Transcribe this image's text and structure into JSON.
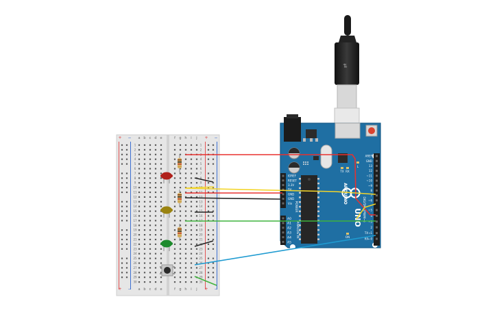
{
  "breadboard": {
    "columns_left": [
      "a",
      "b",
      "c",
      "d",
      "e"
    ],
    "columns_right": [
      "f",
      "g",
      "h",
      "i",
      "j"
    ],
    "rows": [
      1,
      2,
      3,
      4,
      5,
      6,
      7,
      8,
      9,
      10,
      11,
      12,
      13,
      14,
      15,
      16,
      17,
      18,
      19,
      20,
      21,
      22,
      23,
      24,
      25,
      26,
      27,
      28,
      29,
      30
    ],
    "rail_plus": "+",
    "rail_minus": "−"
  },
  "arduino": {
    "brand": "ARDUINO",
    "model": "UNO",
    "power_label": "POWER",
    "analog_label": "ANALOG IN",
    "digital_label": "DIGITAL (PWM~)",
    "power_pins": [
      "IOREF",
      "RESET",
      "3.3V",
      "5V",
      "GND",
      "GND",
      "Vin"
    ],
    "analog_pins": [
      "A0",
      "A1",
      "A2",
      "A3",
      "A4",
      "A5"
    ],
    "digital_pins": [
      "AREF",
      "GND",
      "13",
      "12",
      "~11",
      "~10",
      "~9",
      "8",
      "7",
      "~6",
      "~5",
      "4",
      "~3",
      "2",
      "TX→1",
      "RX←0"
    ],
    "tx_label": "TX",
    "rx_label": "RX",
    "l_label": "L",
    "on_label": "ON"
  },
  "components": {
    "leds": [
      "red",
      "yellow",
      "green"
    ],
    "led_colors": {
      "red": "#b0211c",
      "yellow": "#9a8310",
      "green": "#1d8a2c"
    }
  },
  "wire_colors": {
    "red": "#e8312f",
    "yellow": "#f3d52a",
    "black": "#222222",
    "green": "#3fb43d",
    "blue": "#1f9bd1"
  },
  "board_color": "#1f6fa3"
}
